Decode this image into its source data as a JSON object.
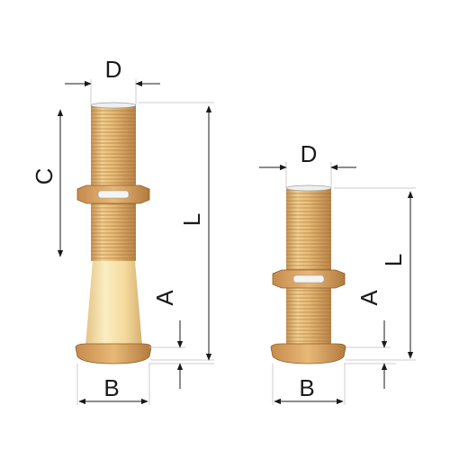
{
  "figure": {
    "labels": {
      "d_left": "D",
      "c_left": "C",
      "l_left": "L",
      "a_left": "A",
      "b_left": "B",
      "d_right": "D",
      "l_right": "L",
      "a_right": "A",
      "b_right": "B"
    },
    "colors": {
      "brass_light": "#f5dca0",
      "brass_mid": "#e2b56c",
      "brass_dark": "#b7834a",
      "nut": "#d9a868",
      "line": "#1a1a1a",
      "extension": "#cccccc"
    }
  }
}
